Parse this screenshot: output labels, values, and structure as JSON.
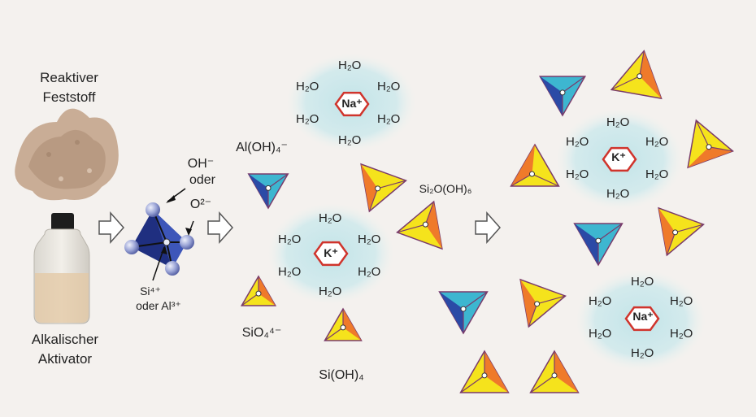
{
  "labels": {
    "reactive_solid_1": "Reaktiver",
    "reactive_solid_2": "Feststoff",
    "activator_1": "Alkalischer",
    "activator_2": "Aktivator",
    "oh": "OH⁻",
    "oder": "oder",
    "o2": "O²⁻",
    "si4": "Si⁴⁺",
    "oder_al": "oder Al³⁺",
    "al_oh4": "Al(OH)₄⁻",
    "sio4": "SiO₄⁴⁻",
    "si_oh4": "Si(OH)₄",
    "si2o_oh6": "Si₂O(OH)₆"
  },
  "water": "H₂O",
  "ions": {
    "na": "Na⁺",
    "k": "K⁺"
  },
  "colors": {
    "yellow": "#f5e31c",
    "orange": "#ef7a2a",
    "cyan": "#3db6d0",
    "blue": "#2b4aa6",
    "hex_red": "#d0342c",
    "halo": "#bfe3e8"
  }
}
